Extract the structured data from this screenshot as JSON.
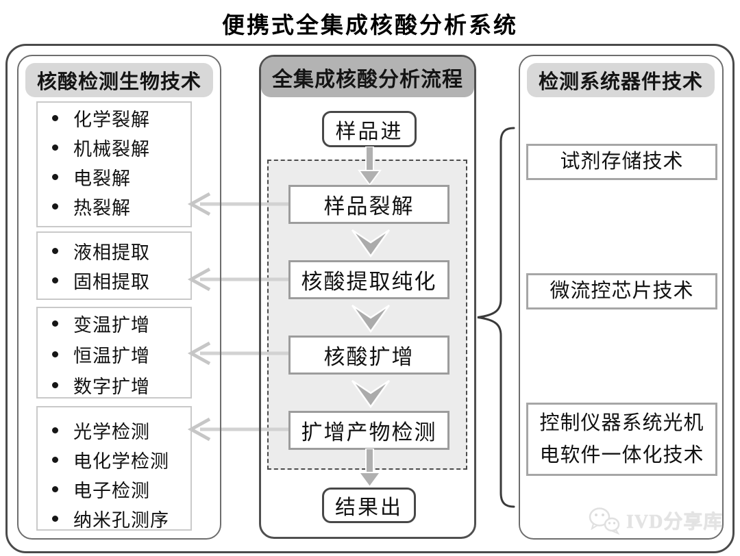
{
  "title": "便携式全集成核酸分析系统",
  "columns": {
    "left": {
      "header": "核酸检测生物技术",
      "groups": [
        {
          "items": [
            "化学裂解",
            "机械裂解",
            "电裂解",
            "热裂解"
          ]
        },
        {
          "items": [
            "液相提取",
            "固相提取"
          ]
        },
        {
          "items": [
            "变温扩增",
            "恒温扩增",
            "数字扩增"
          ]
        },
        {
          "items": [
            "光学检测",
            "电化学检测",
            "电子检测",
            "纳米孔测序"
          ]
        }
      ]
    },
    "middle": {
      "header": "全集成核酸分析流程",
      "start": "样品进",
      "steps": [
        "样品裂解",
        "核酸提取纯化",
        "核酸扩增",
        "扩增产物检测"
      ],
      "end": "结果出"
    },
    "right": {
      "header": "检测系统器件技术",
      "boxes": [
        "试剂存储技术",
        "微流控芯片技术",
        "控制仪器系统光机电软件一体化技术"
      ]
    }
  },
  "watermark": {
    "logo": "wechat-bubbles-icon",
    "text": "IVD分享库"
  },
  "colors": {
    "header_light": "#d8d8d8",
    "header_dark": "#b3b3b3",
    "outer_border": "#4a4a4a",
    "panel_border": "#6d6d6d",
    "step_box_border": "#9c9c9c",
    "group_box_border": "#c9c9c9",
    "dashed_fill": "#ececec",
    "arrow_gray": "#ababab",
    "connector_gray": "#cfcfcf",
    "brace_color": "#3a3a3a"
  }
}
